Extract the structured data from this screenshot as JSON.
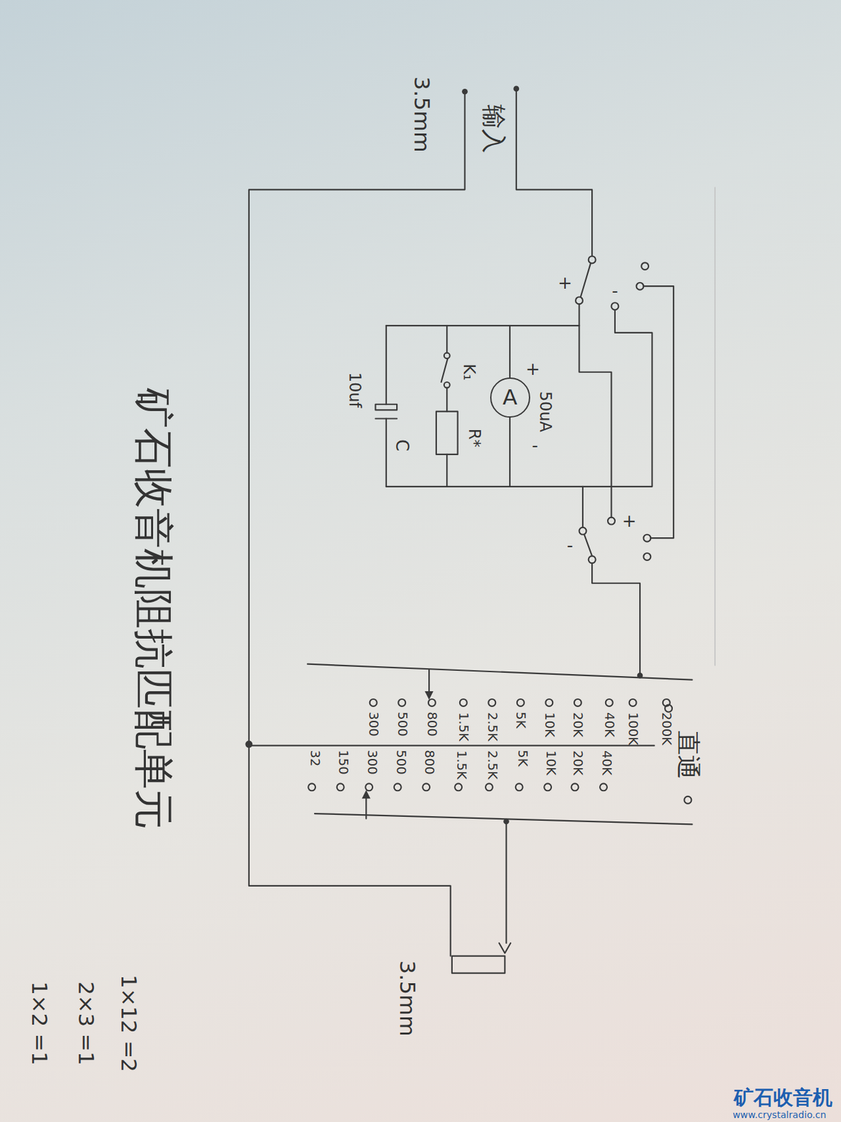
{
  "diagram": {
    "title": "矿石收音机阻抗匹配单元",
    "nodes": [
      {
        "text": [
          "A"
        ]
      }
    ],
    "labels": [
      "3.5mm",
      "输入",
      "+",
      "-",
      "+",
      "50uA",
      "-",
      "K₁",
      "R*",
      "10uf",
      "C",
      "+",
      "-",
      "直通",
      "200K",
      "100K",
      "40K",
      "20K",
      "10K",
      "5K",
      "2.5K",
      "1.5K",
      "800",
      "500",
      "300",
      "40K",
      "20K",
      "10K",
      "5K",
      "2.5K",
      "1.5K",
      "800",
      "500",
      "300",
      "150",
      "32",
      "3.5mm",
      "1×12 =2",
      "2×3 =1",
      "1×2 =1",
      "矿石收音机",
      "www.crystalradio.cn"
    ]
  }
}
